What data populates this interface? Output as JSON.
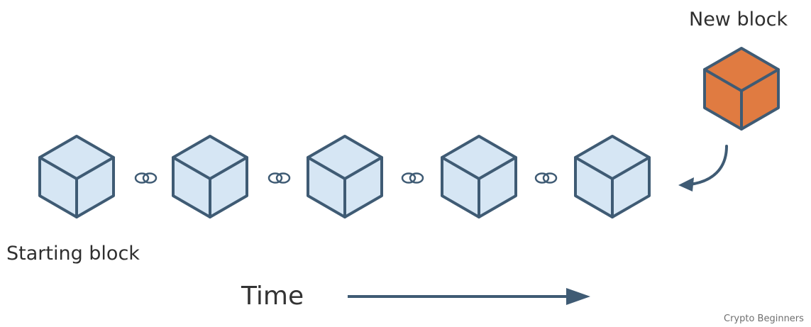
{
  "labels": {
    "new_block": "New block",
    "starting_block": "Starting block",
    "time": "Time",
    "credit": "Crypto Beginners"
  },
  "chain": {
    "block_count": 5,
    "link_count": 4
  },
  "colors": {
    "chain_block_fill": "#d6e6f4",
    "chain_block_stroke": "#3f5b74",
    "new_block_fill": "#e07b41",
    "arrow": "#3f5b74",
    "text": "#2f2f2f"
  },
  "icons": {
    "block": "cube-icon",
    "link": "chain-link-icon",
    "incoming_arrow": "curved-arrow-icon",
    "time_arrow": "arrow-right-icon"
  }
}
